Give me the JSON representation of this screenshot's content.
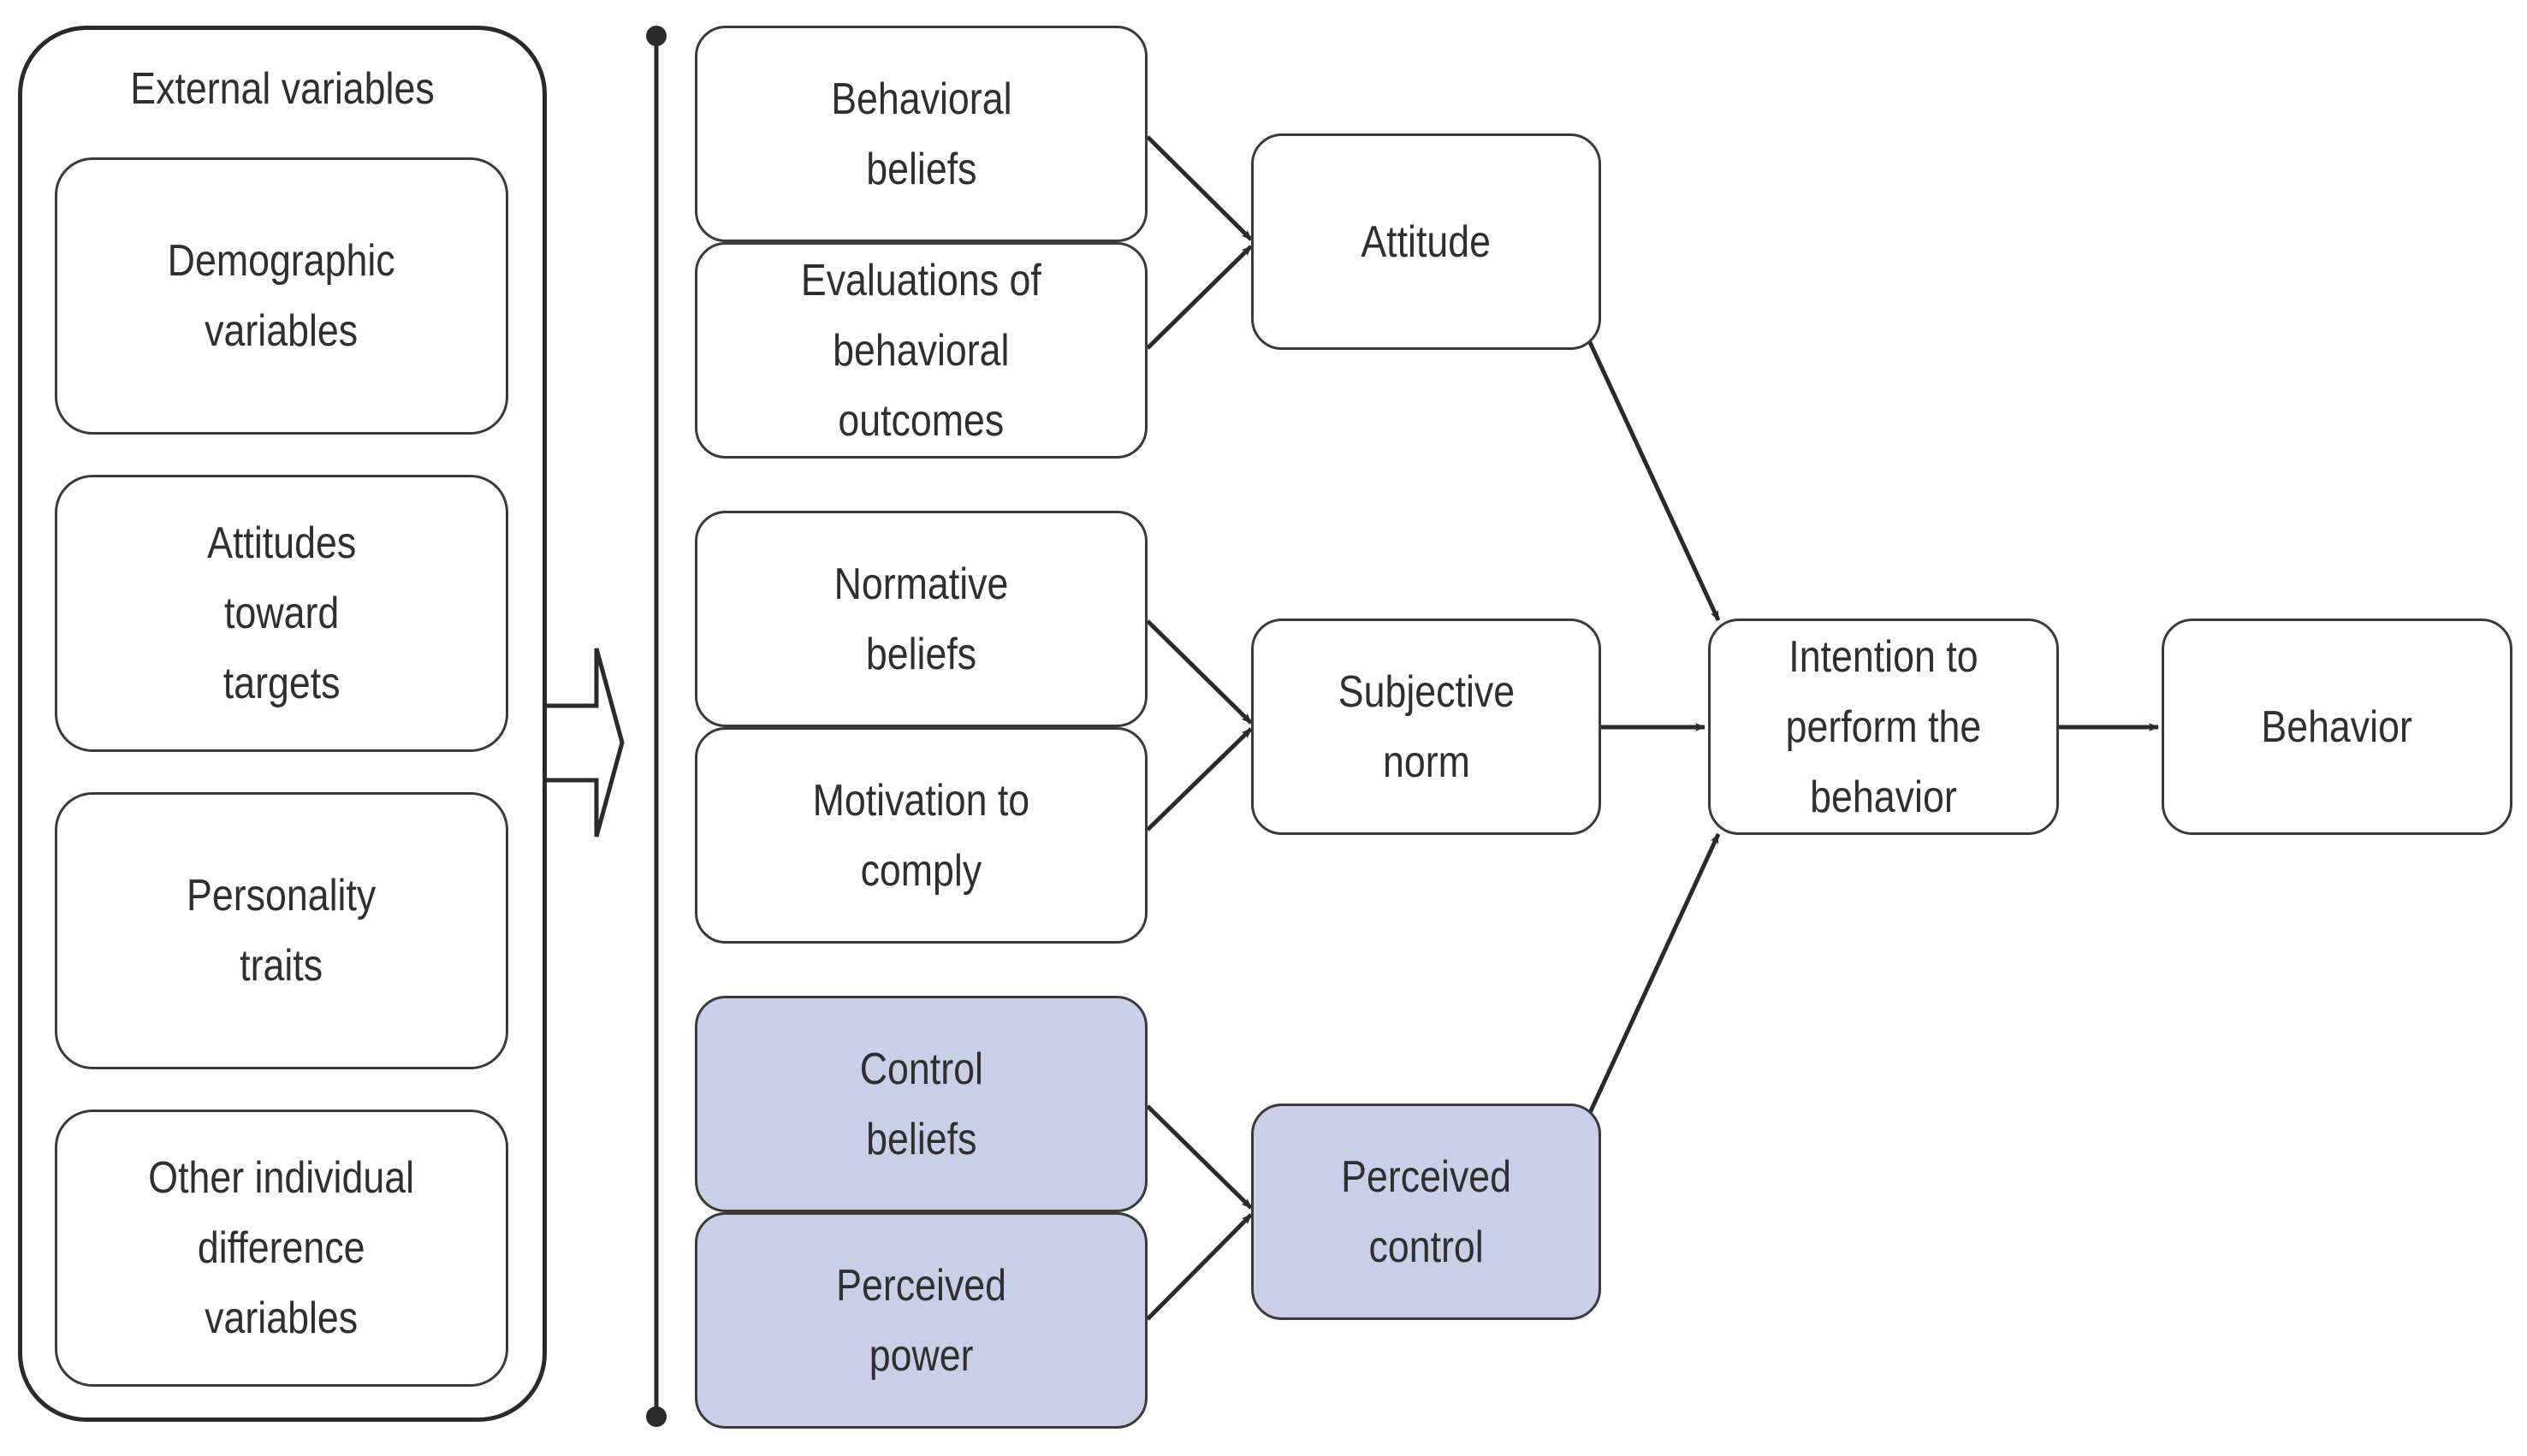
{
  "external_panel": {
    "title": "External variables",
    "items": [
      "Demographic\nvariables",
      "Attitudes\ntoward\ntargets",
      "Personality\ntraits",
      "Other individual\ndifference\nvariables"
    ]
  },
  "beliefs": [
    "Behavioral\nbeliefs",
    "Evaluations of\nbehavioral\noutcomes",
    "Normative\nbeliefs",
    "Motivation to\ncomply",
    "Control\nbeliefs",
    "Perceived\npower"
  ],
  "constructs": {
    "attitude": "Attitude",
    "subjective_norm": "Subjective\nnorm",
    "perceived_control": "Perceived\ncontrol"
  },
  "intention": "Intention to\nperform the\nbehavior",
  "behavior": "Behavior",
  "colors": {
    "shaded_fill": "#c9cfe6",
    "stroke": "#2a2a2a"
  }
}
